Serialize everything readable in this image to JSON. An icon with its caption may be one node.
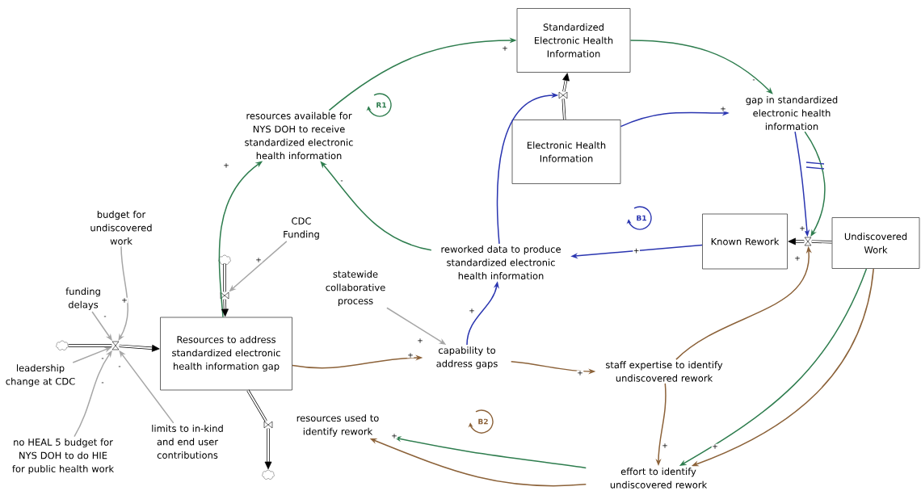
{
  "diagram": {
    "nodes": [
      {
        "text": [
          "Standardized Electronic Health Information"
        ]
      },
      {
        "text": [
          "resources available for NYS DOH to receive standardized electronic health information"
        ]
      },
      {
        "text": [
          "Electronic Health Information"
        ]
      },
      {
        "text": [
          "gap in standardized electronic health information"
        ]
      },
      {
        "text": [],
        "shape": "valve"
      },
      {
        "text": [
          "reworked data to produce standardized electronic health information"
        ]
      },
      {
        "text": [
          "Known Rework"
        ]
      },
      {
        "text": [],
        "shape": "valve"
      },
      {
        "text": [
          "Undiscovered Work"
        ]
      },
      {
        "text": [
          "budget for undiscovered work"
        ]
      },
      {
        "text": [
          "CDC Funding"
        ]
      },
      {
        "text": [],
        "shape": "cloud"
      },
      {
        "text": [],
        "shape": "valve"
      },
      {
        "text": [
          "funding delays"
        ]
      },
      {
        "text": [
          "statewide collaborative process"
        ]
      },
      {
        "text": [],
        "shape": "cloud"
      },
      {
        "text": [],
        "shape": "valve"
      },
      {
        "text": [
          "Resources to address standardized electronic health information gap"
        ]
      },
      {
        "text": [
          "capability to address gaps"
        ]
      },
      {
        "text": [
          "staff expertise to identify undiscovered rework"
        ]
      },
      {
        "text": [
          "leadership change at CDC"
        ]
      },
      {
        "text": [],
        "shape": "valve"
      },
      {
        "text": [
          "resources used to identify rework"
        ]
      },
      {
        "text": [
          "limits to in-kind and end user contributions"
        ]
      },
      {
        "text": [
          "no HEAL 5 budget for NYS DOH to do HIE for public health work"
        ]
      },
      {
        "text": [],
        "shape": "cloud"
      },
      {
        "text": [
          "effort to identify undiscovered rework"
        ]
      }
    ],
    "edges": [
      {
        "from": 1,
        "to": 0,
        "arrow": "to",
        "label": "+",
        "color": "#2e7d4e"
      },
      {
        "from": 0,
        "to": 3,
        "arrow": "to",
        "label": "-",
        "color": "#2e7d4e"
      },
      {
        "from": 2,
        "to": 3,
        "arrow": "to",
        "label": "+",
        "color": "#2a35b0"
      },
      {
        "from": 3,
        "to": 7,
        "arrow": "to",
        "label": "+",
        "color": "#2a35b0"
      },
      {
        "from": 3,
        "to": 7,
        "arrow": "to",
        "color": "#2e7d4e"
      },
      {
        "from": 2,
        "to": 4,
        "arrow": "none",
        "style": "thick"
      },
      {
        "from": 4,
        "to": 0,
        "arrow": "to",
        "style": "thick"
      },
      {
        "from": 5,
        "to": 4,
        "arrow": "to",
        "color": "#2a35b0"
      },
      {
        "from": 5,
        "to": 1,
        "arrow": "to",
        "label": "-",
        "color": "#2e7d4e"
      },
      {
        "from": 6,
        "to": 5,
        "arrow": "to",
        "label": "+",
        "color": "#2a35b0"
      },
      {
        "from": 8,
        "to": 7,
        "arrow": "none",
        "style": "thick"
      },
      {
        "from": 7,
        "to": 6,
        "arrow": "to",
        "style": "thick"
      },
      {
        "from": 17,
        "to": 1,
        "arrow": "to",
        "label": "+",
        "color": "#2e7d4e"
      },
      {
        "from": 10,
        "to": 12,
        "arrow": "to",
        "label": "+",
        "color": "#a6a6a6"
      },
      {
        "from": 11,
        "to": 12,
        "arrow": "none",
        "style": "thick"
      },
      {
        "from": 12,
        "to": 17,
        "arrow": "to",
        "style": "thick"
      },
      {
        "from": 9,
        "to": 16,
        "arrow": "to",
        "label": "+",
        "color": "#a6a6a6"
      },
      {
        "from": 13,
        "to": 16,
        "arrow": "to",
        "label": "-",
        "color": "#a6a6a6"
      },
      {
        "from": 20,
        "to": 16,
        "arrow": "to",
        "label": "-",
        "color": "#a6a6a6"
      },
      {
        "from": 24,
        "to": 16,
        "arrow": "to",
        "label": "-",
        "color": "#a6a6a6"
      },
      {
        "from": 23,
        "to": 16,
        "arrow": "to",
        "label": "-",
        "color": "#a6a6a6"
      },
      {
        "from": 15,
        "to": 16,
        "arrow": "none",
        "style": "thick"
      },
      {
        "from": 16,
        "to": 17,
        "arrow": "to",
        "style": "thick"
      },
      {
        "from": 17,
        "to": 18,
        "arrow": "to",
        "label": "+",
        "color": "#8c6239"
      },
      {
        "from": 14,
        "to": 18,
        "arrow": "to",
        "label": "+",
        "color": "#a6a6a6"
      },
      {
        "from": 18,
        "to": 5,
        "arrow": "to",
        "label": "+",
        "color": "#2a35b0"
      },
      {
        "from": 18,
        "to": 19,
        "arrow": "to",
        "label": "+",
        "color": "#8c6239"
      },
      {
        "from": 19,
        "to": 7,
        "arrow": "to",
        "label": "+",
        "color": "#8c6239"
      },
      {
        "from": 19,
        "to": 26,
        "arrow": "to",
        "label": "+",
        "color": "#8c6239"
      },
      {
        "from": 8,
        "to": 26,
        "arrow": "to",
        "label": "+",
        "color": "#2e7d4e"
      },
      {
        "from": 8,
        "to": 26,
        "arrow": "to",
        "color": "#8c6239"
      },
      {
        "from": 26,
        "to": 22,
        "arrow": "to",
        "label": "+",
        "color": "#2e7d4e"
      },
      {
        "from": 26,
        "to": 22,
        "arrow": "to",
        "color": "#8c6239"
      },
      {
        "from": 17,
        "to": 21,
        "arrow": "none",
        "style": "thick"
      },
      {
        "from": 21,
        "to": 25,
        "arrow": "to",
        "style": "thick"
      }
    ],
    "labels": [
      "R1",
      "B1",
      "B2"
    ]
  }
}
